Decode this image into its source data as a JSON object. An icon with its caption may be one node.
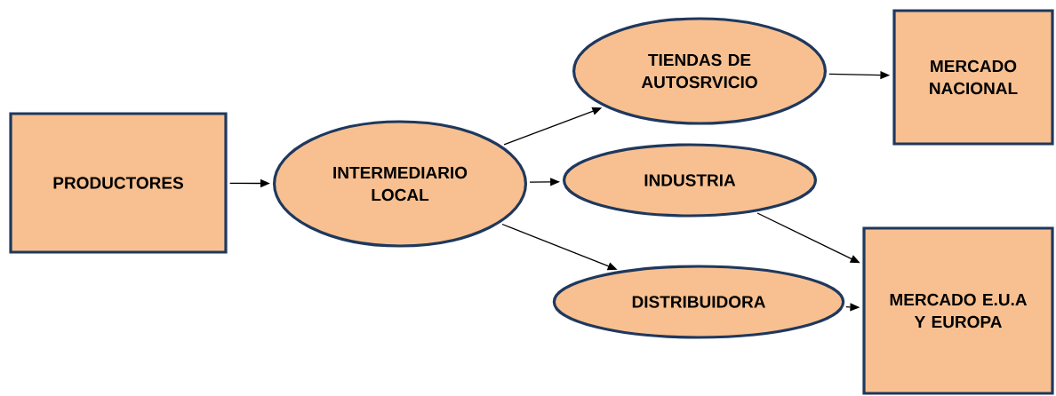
{
  "diagram": {
    "nodes": [
      {
        "text": [
          "PRODUCTORES"
        ]
      },
      {
        "text": [
          "INTERMEDIARIO LOCAL"
        ]
      },
      {
        "text": [
          "TIENDAS DE AUTOSRVICIO"
        ]
      },
      {
        "text": [
          "MERCADO NACIONAL"
        ]
      },
      {
        "text": [
          "INDUSTRIA"
        ]
      },
      {
        "text": [
          "DISTRIBUIDORA"
        ]
      },
      {
        "text": [
          "MERCADO E.U.A Y EUROPA"
        ]
      }
    ],
    "edges": [
      {
        "from": 0,
        "to": 1,
        "arrow": "to"
      },
      {
        "from": 1,
        "to": 2,
        "arrow": "to"
      },
      {
        "from": 1,
        "to": 4,
        "arrow": "to"
      },
      {
        "from": 1,
        "to": 5,
        "arrow": "to"
      },
      {
        "from": 2,
        "to": 3,
        "arrow": "to"
      },
      {
        "from": 4,
        "to": 6,
        "arrow": "to"
      },
      {
        "from": 5,
        "to": 6,
        "arrow": "to"
      }
    ]
  }
}
